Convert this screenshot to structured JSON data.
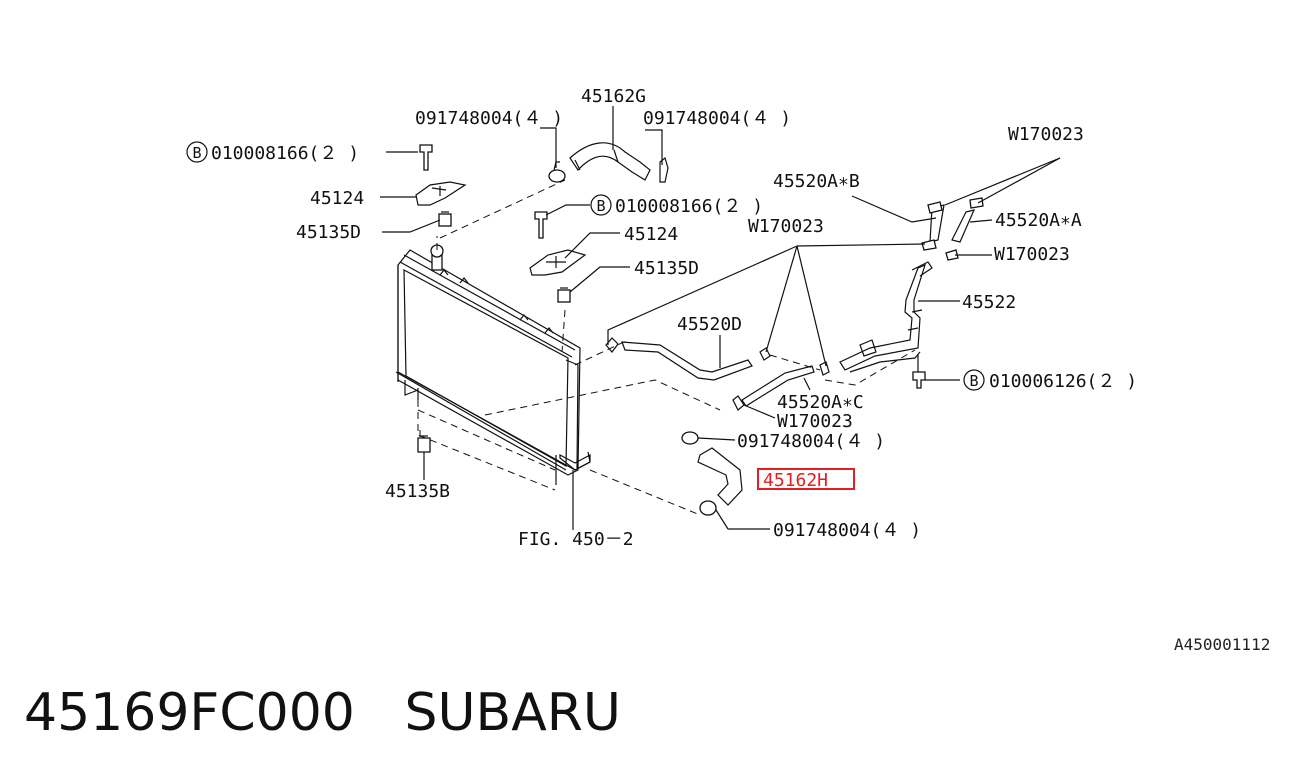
{
  "labels": {
    "clip_left": "091748004(４ )",
    "hose_upper": "45162G",
    "clip_right": "091748004(４ )",
    "bolt_left": "010008166(２ )",
    "bracket_left": "45124",
    "mount_left": "45135D",
    "bolt_mid": "010008166(２ )",
    "bracket_mid": "45124",
    "mount_mid": "45135D",
    "w_top": "W170023",
    "hose_b": "45520A∗B",
    "hose_a": "45520A∗A",
    "w_center": "W170023",
    "w_right": "W170023",
    "pipe": "45522",
    "hose_d": "45520D",
    "bolt_right": "010006126(２ )",
    "hose_c": "45520A∗C",
    "w_lower": "W170023",
    "clip_lower_top": "091748004(４ )",
    "hose_lower": "45162H",
    "clip_lower_bottom": "091748004(４ )",
    "mount_bottom": "45135B",
    "fig_ref": "FIG. 450－2",
    "bolt_marker": "B"
  },
  "reference_code": "A450001112",
  "caption": {
    "part_number": "45169FC000",
    "brand": "SUBARU"
  },
  "highlight_color": "#e02020"
}
